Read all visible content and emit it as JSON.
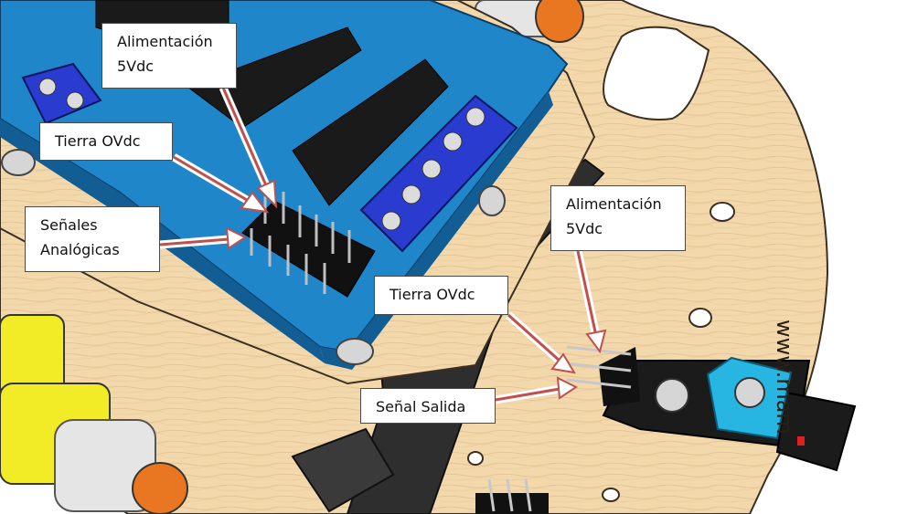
{
  "callouts": {
    "power_shield": [
      "Alimentación",
      "5Vdc"
    ],
    "ground_shield": "Tierra OVdc",
    "analog_signals": [
      "Señales",
      "Analógicas"
    ],
    "power_sensor": [
      "Alimentación",
      "5Vdc"
    ],
    "ground_sensor": "Tierra OVdc",
    "signal_output": "Señal Salida"
  },
  "engraving": "www.mam",
  "colors": {
    "board": "#f3d8ac",
    "shield_pcb": "#1e86c9",
    "terminal_block": "#2a3bd0",
    "motor": "#f2ec27",
    "wheel_hub": "#e97621",
    "sensor_trimmer": "#27b6e2",
    "arrow": "#c0504d"
  }
}
